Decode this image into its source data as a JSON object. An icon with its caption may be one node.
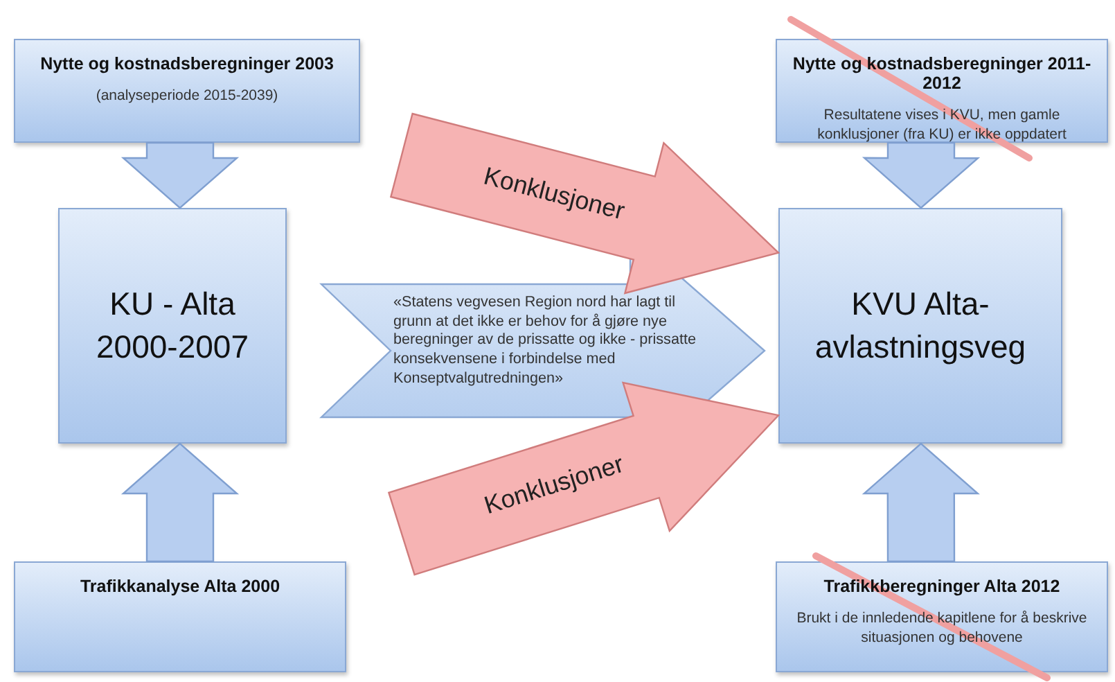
{
  "diagram": {
    "nodes": [
      {
        "text": [
          "Nytte og kostnadsberegninger 2003",
          "(analyseperiode 2015-2039)"
        ]
      },
      {
        "text": [
          "KU - Alta 2000-2007"
        ]
      },
      {
        "text": [
          "Trafikkanalyse Alta 2000"
        ]
      },
      {
        "text": [
          "«Statens vegvesen Region nord har lagt til grunn at det ikke er behov for å gjøre nye beregninger av de prissatte og ikke - prissatte konsekvensene i forbindelse med Konseptvalgutredningen»"
        ]
      },
      {
        "text": [
          "KVU Alta-avlastningsveg"
        ]
      },
      {
        "text": [
          "Nytte og kostnadsberegninger 2011-2012",
          "Resultatene vises i KVU, men gamle konklusjoner (fra KU) er ikke oppdatert"
        ]
      },
      {
        "text": [
          "Trafikkberegninger Alta 2012",
          "Brukt i de innledende kapitlene for å beskrive situasjonen og behovene"
        ]
      }
    ],
    "edges": [
      {
        "from": 0,
        "to": 1,
        "arrow": "to",
        "style": "thick"
      },
      {
        "from": 2,
        "to": 1,
        "arrow": "to",
        "style": "thick"
      },
      {
        "from": 5,
        "to": 4,
        "arrow": "to",
        "style": "thick"
      },
      {
        "from": 6,
        "to": 4,
        "arrow": "to",
        "style": "thick"
      },
      {
        "from": null,
        "to": 4,
        "arrow": "to",
        "label": "Konklusjoner",
        "style": "thick",
        "color": "#f6b3b3"
      },
      {
        "from": null,
        "to": 4,
        "arrow": "to",
        "label": "Konklusjoner",
        "style": "thick",
        "color": "#f6b3b3"
      }
    ]
  }
}
